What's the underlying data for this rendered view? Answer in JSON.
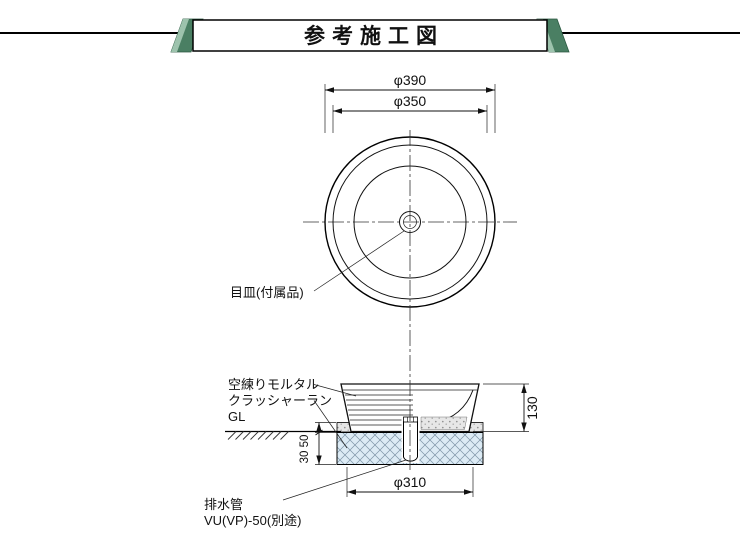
{
  "title": "参考施工図",
  "plan_view": {
    "dim_outer_diameter": "φ390",
    "dim_inner_diameter": "φ350",
    "strainer_label": "目皿(付属品)"
  },
  "section_view": {
    "label_mortar": "空練りモルタル",
    "label_crusher_run": "クラッシャーラン",
    "label_ground_level": "GL",
    "dim_height": "130",
    "dim_upper_left": "50",
    "dim_lower_left": "30",
    "dim_base_diameter": "φ310",
    "drain_label_line1": "排水管",
    "drain_label_line2": "VU(VP)-50(別途)"
  },
  "colors": {
    "accent_green": "#4a7f63",
    "accent_green_light": "#9dc3ad",
    "crusher_fill": "#dcebf5",
    "stipple_fill": "#e7e7e7",
    "line_black": "#111111"
  }
}
